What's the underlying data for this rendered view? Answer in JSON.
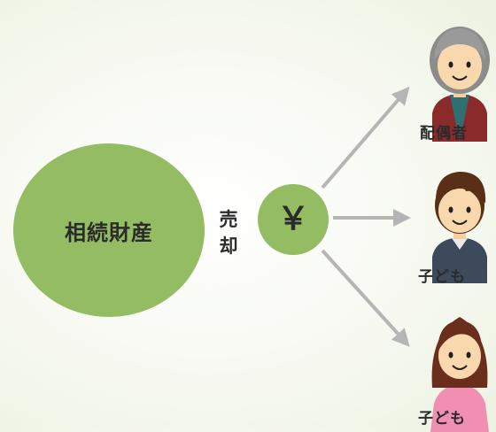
{
  "estate": {
    "label": "相続財産"
  },
  "sale": {
    "char1": "売",
    "char2": "却"
  },
  "money": {
    "symbol": "￥"
  },
  "heirs": [
    {
      "label": "配偶者"
    },
    {
      "label": "子ども"
    },
    {
      "label": "子ども"
    }
  ],
  "colors": {
    "circle": "#93bc63",
    "arrow": "#b5b5b5",
    "text": "#2b2b2b"
  }
}
